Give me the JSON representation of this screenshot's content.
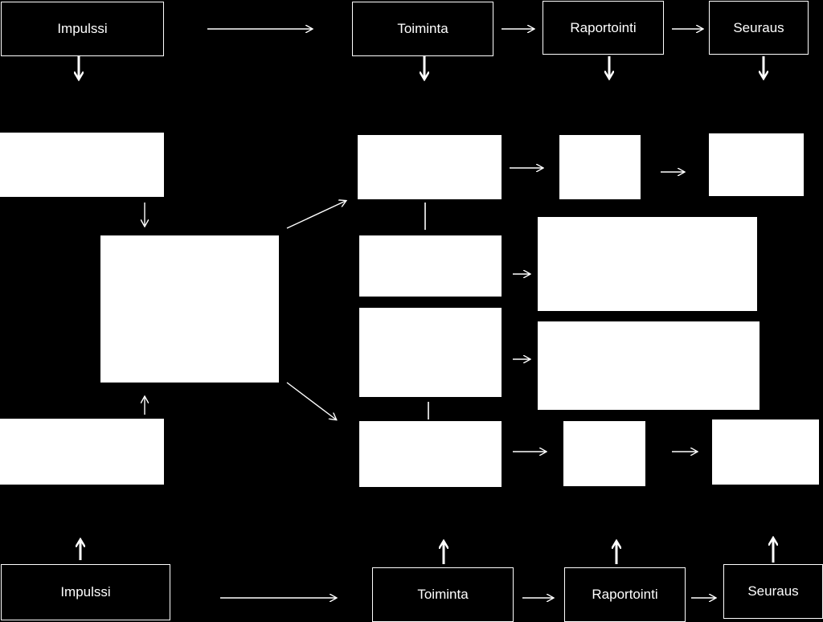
{
  "top_row": {
    "impulse": "Impulssi",
    "action": "Toiminta",
    "reporting": "Raportointi",
    "consequence": "Seuraus"
  },
  "bottom_row": {
    "impulse": "Impulssi",
    "action": "Toiminta",
    "reporting": "Raportointi",
    "consequence": "Seuraus"
  },
  "colors": {
    "background": "#000000",
    "foreground": "#ffffff"
  }
}
